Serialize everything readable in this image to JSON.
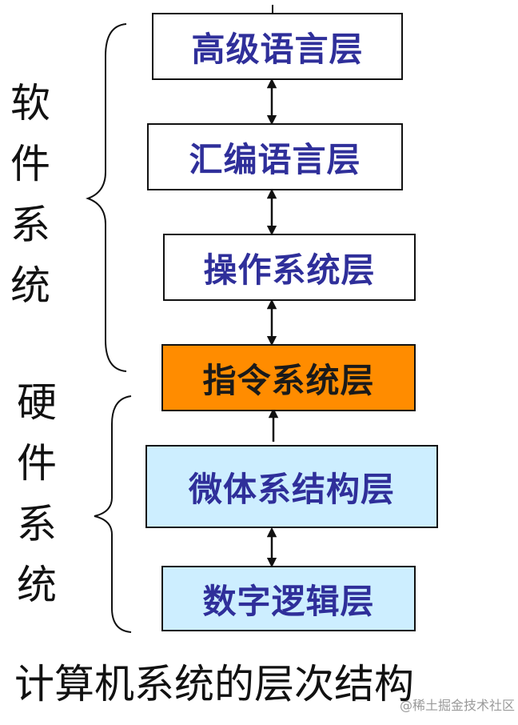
{
  "layers": [
    {
      "key": "high",
      "label": "高级语言层",
      "fill": "#ffffff",
      "text_color": "#2f2f9a"
    },
    {
      "key": "asm",
      "label": "汇编语言层",
      "fill": "#ffffff",
      "text_color": "#2f2f9a"
    },
    {
      "key": "os",
      "label": "操作系统层",
      "fill": "#ffffff",
      "text_color": "#2f2f9a"
    },
    {
      "key": "isa",
      "label": "指令系统层",
      "fill": "#ff8c00",
      "text_color": "#1a1a1a"
    },
    {
      "key": "micro",
      "label": "微体系结构层",
      "fill": "#cdeeff",
      "text_color": "#2f2f9a"
    },
    {
      "key": "logic",
      "label": "数字逻辑层",
      "fill": "#cdeeff",
      "text_color": "#2f2f9a"
    }
  ],
  "groups": {
    "software": {
      "chars": [
        "软",
        "件",
        "系",
        "统"
      ]
    },
    "hardware": {
      "chars": [
        "硬",
        "件",
        "系",
        "统"
      ]
    }
  },
  "caption": "计算机系统的层次结构",
  "watermark": "@稀土掘金技术社区"
}
